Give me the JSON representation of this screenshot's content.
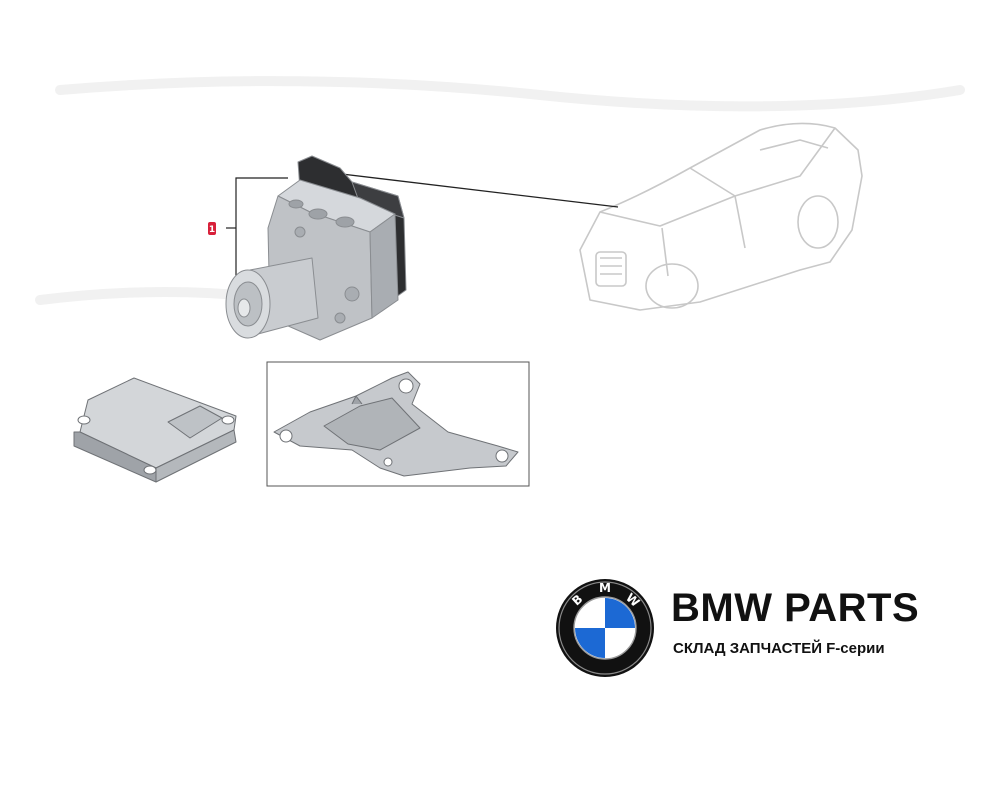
{
  "diagram": {
    "part_ref_marker": "1"
  },
  "brand": {
    "title": "BMW PARTS",
    "subtitle": "СКЛАД ЗАПЧАСТЕЙ F-серии",
    "logo_letters": [
      "B",
      "M",
      "W"
    ],
    "colors": {
      "logo_ring": "#111111",
      "logo_blue": "#1c69d4",
      "logo_white": "#ffffff",
      "text": "#111111"
    }
  },
  "colors": {
    "marker_red": "#d8203a",
    "line": "#222222",
    "car_outline": "#c8c8c8",
    "part_body": "#bfc2c6",
    "part_dark": "#2d2e30"
  }
}
